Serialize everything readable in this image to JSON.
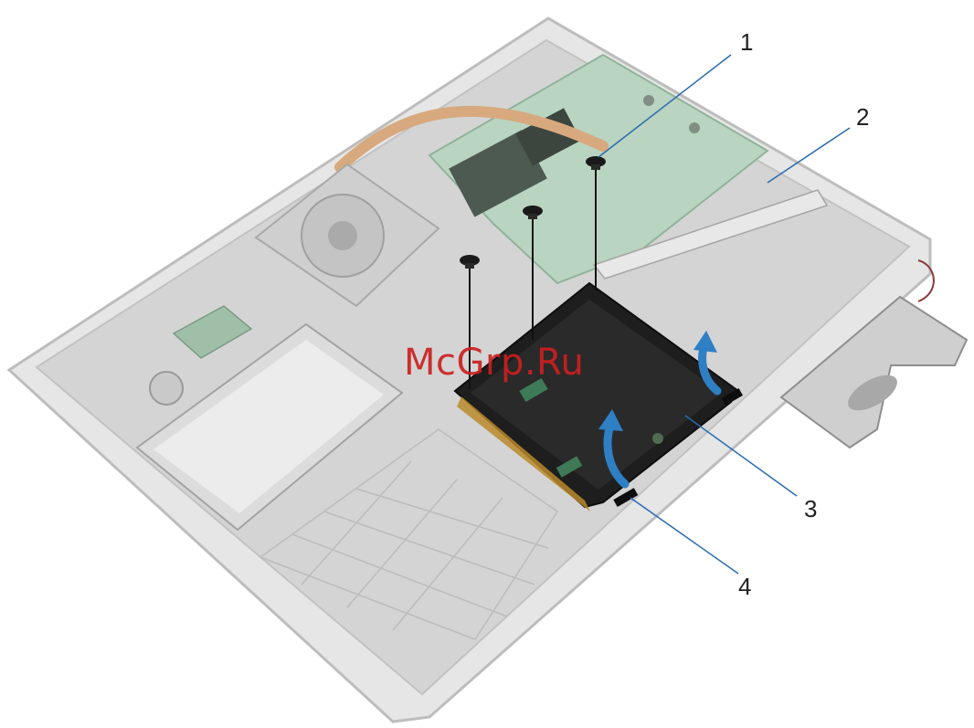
{
  "diagram": {
    "callouts": [
      {
        "number": "1",
        "part": "screw"
      },
      {
        "number": "2",
        "part": "touchpad cable"
      },
      {
        "number": "3",
        "part": "touchpad"
      },
      {
        "number": "4",
        "part": "tab"
      }
    ],
    "watermark": "McGrp.Ru",
    "colors": {
      "chassis": "#d9d9d9",
      "board": "#b9d4c0",
      "heatpipe": "#d8a97e",
      "touchpad": "#1e1e1e",
      "arrow": "#2f7fc4",
      "leader": "#2a6bb0",
      "watermark": "#cc1f1f"
    }
  }
}
